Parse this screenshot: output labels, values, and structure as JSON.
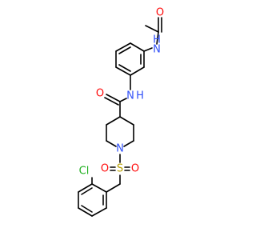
{
  "atoms": {
    "amide_o": {
      "label": "O",
      "color": "#ff0d0d"
    },
    "amide_n": {
      "label": "N",
      "color": "#3050f8"
    },
    "h_amide": {
      "label": "H",
      "color": "#3050f8"
    },
    "carbox_o": {
      "label": "O",
      "color": "#ff0d0d"
    },
    "nh_n": {
      "label": "N",
      "color": "#3050f8"
    },
    "h_nh": {
      "label": "H",
      "color": "#3050f8"
    },
    "pip_n": {
      "label": "N",
      "color": "#3050f8"
    },
    "sulfur": {
      "label": "S",
      "color": "#b8a000"
    },
    "so_left": {
      "label": "O",
      "color": "#ff0d0d"
    },
    "so_right": {
      "label": "O",
      "color": "#ff0d0d"
    },
    "chlorine": {
      "label": "Cl",
      "color": "#1fb01f"
    }
  }
}
